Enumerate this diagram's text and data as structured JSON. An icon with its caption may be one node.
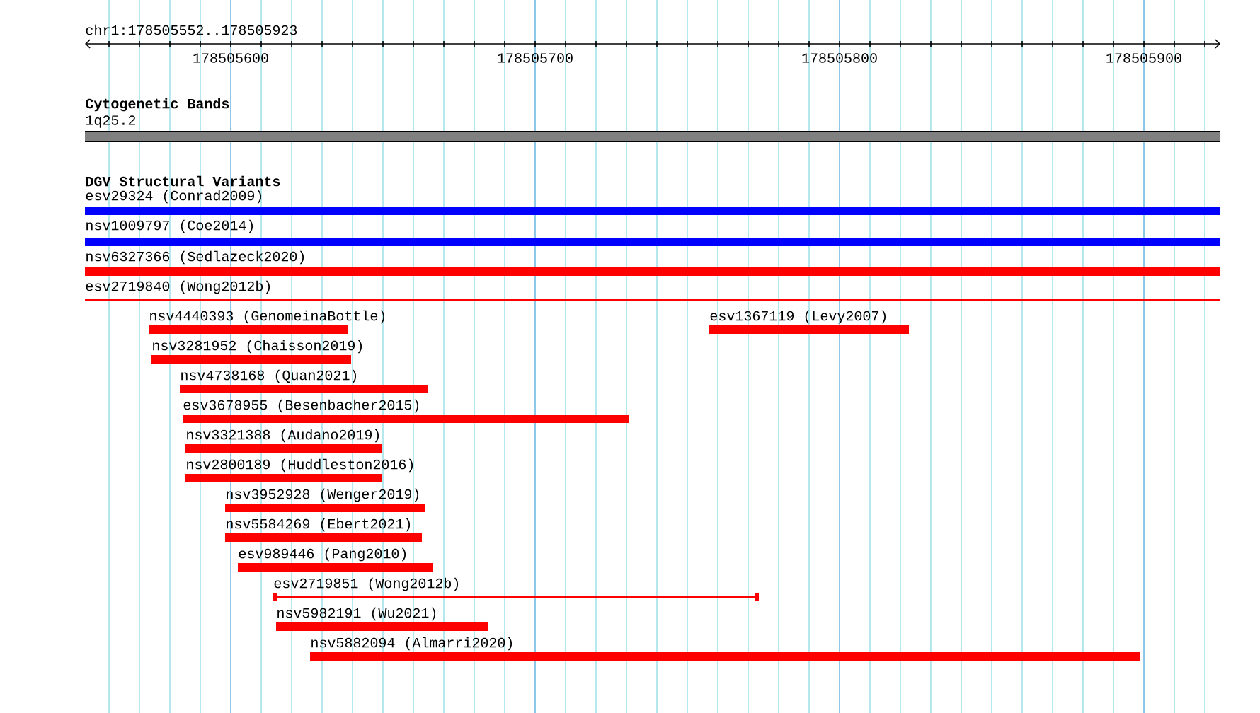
{
  "diagram": {
    "nodes": [
      {
        "text": [
          "1q25.2"
        ]
      },
      {
        "text": [
          "esv29324 (Conrad2009)"
        ]
      },
      {
        "text": [
          "nsv1009797 (Coe2014)"
        ]
      },
      {
        "text": [
          "nsv6327366 (Sedlazeck2020)"
        ]
      },
      {
        "text": [
          "esv2719840 (Wong2012b)"
        ]
      },
      {
        "text": [
          "nsv4440393 (GenomeinaBottle)"
        ]
      },
      {
        "text": [
          "esv1367119 (Levy2007)"
        ]
      },
      {
        "text": [
          "nsv3281952 (Chaisson2019)"
        ]
      },
      {
        "text": [
          "nsv4738168 (Quan2021)"
        ]
      },
      {
        "text": [
          "esv3678955 (Besenbacher2015)"
        ]
      },
      {
        "text": [
          "nsv3321388 (Audano2019)"
        ]
      },
      {
        "text": [
          "nsv2800189 (Huddleston2016)"
        ]
      },
      {
        "text": [
          "nsv3952928 (Wenger2019)"
        ]
      },
      {
        "text": [
          "nsv5584269 (Ebert2021)"
        ]
      },
      {
        "text": [
          "esv989446 (Pang2010)"
        ]
      },
      {
        "text": [
          "esv2719851 (Wong2012b)"
        ]
      },
      {
        "text": [
          "nsv5982191 (Wu2021)"
        ]
      },
      {
        "text": [
          "nsv5882094 (Almarri2020)"
        ]
      }
    ],
    "labels": [
      "chr1:178505552..178505923",
      "178505600",
      "178505700",
      "178505800",
      "178505900",
      "Cytogenetic Bands",
      "DGV Structural Variants"
    ]
  }
}
